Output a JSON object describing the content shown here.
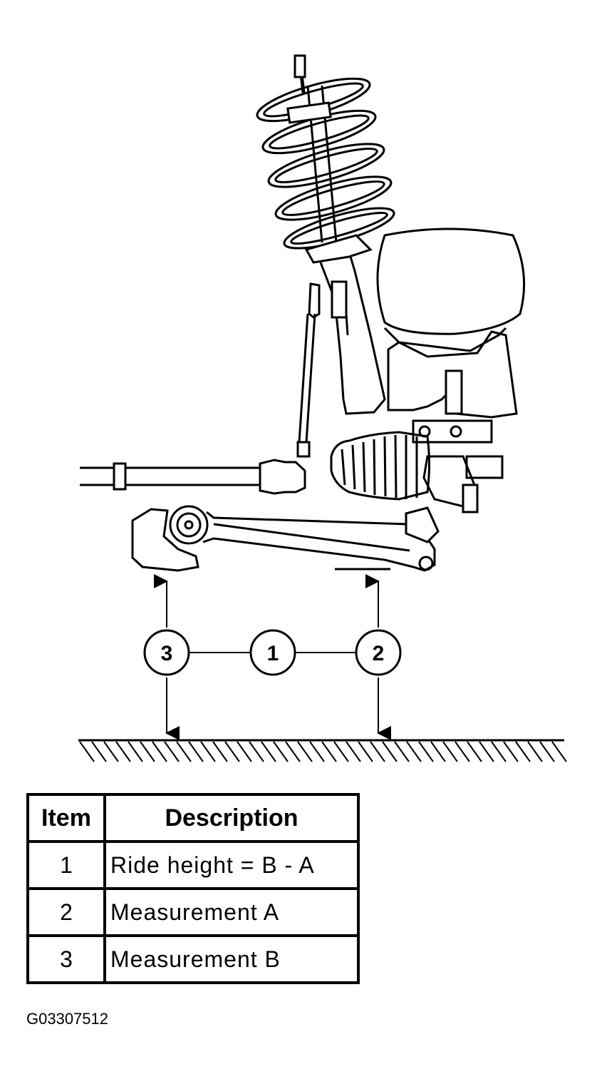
{
  "callouts": [
    "3",
    "1",
    "2"
  ],
  "table": {
    "headers": {
      "item": "Item",
      "description": "Description"
    },
    "rows": [
      {
        "item": "1",
        "description": "Ride height = B  - A"
      },
      {
        "item": "2",
        "description": "Measurement A"
      },
      {
        "item": "3",
        "description": "Measurement B"
      }
    ]
  },
  "figure_code": "G03307512"
}
